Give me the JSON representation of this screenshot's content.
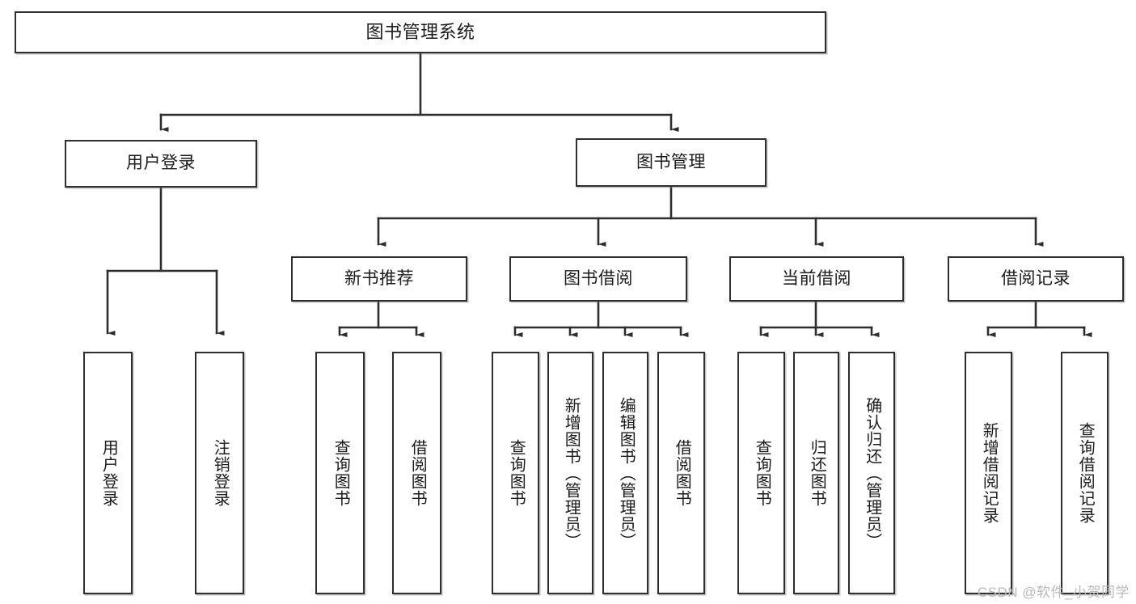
{
  "diagram": {
    "title": "图书管理系统",
    "type": "hierarchy-tree",
    "root": {
      "id": "root",
      "label": "图书管理系统"
    },
    "level1": [
      {
        "id": "user-login",
        "label": "用户登录"
      },
      {
        "id": "book-manage",
        "label": "图书管理"
      }
    ],
    "level2": [
      {
        "id": "new-book-rec",
        "label": "新书推荐",
        "parent": "book-manage"
      },
      {
        "id": "book-borrow",
        "label": "图书借阅",
        "parent": "book-manage"
      },
      {
        "id": "current-borrow",
        "label": "当前借阅",
        "parent": "book-manage"
      },
      {
        "id": "borrow-record",
        "label": "借阅记录",
        "parent": "book-manage"
      }
    ],
    "leaves": [
      {
        "id": "leaf-user-login",
        "label": "用户登录",
        "parent": "user-login"
      },
      {
        "id": "leaf-logout",
        "label": "注销登录",
        "parent": "user-login"
      },
      {
        "id": "leaf-query-book-1",
        "label": "查询图书",
        "parent": "new-book-rec"
      },
      {
        "id": "leaf-borrow-book-1",
        "label": "借阅图书",
        "parent": "new-book-rec"
      },
      {
        "id": "leaf-query-book-2",
        "label": "查询图书",
        "parent": "book-borrow"
      },
      {
        "id": "leaf-add-book",
        "label": "新增图书（管理员）",
        "parent": "book-borrow"
      },
      {
        "id": "leaf-edit-book",
        "label": "编辑图书（管理员）",
        "parent": "book-borrow"
      },
      {
        "id": "leaf-borrow-book-2",
        "label": "借阅图书",
        "parent": "book-borrow"
      },
      {
        "id": "leaf-query-book-3",
        "label": "查询图书",
        "parent": "current-borrow"
      },
      {
        "id": "leaf-return-book",
        "label": "归还图书",
        "parent": "current-borrow"
      },
      {
        "id": "leaf-confirm-return",
        "label": "确认归还（管理员）",
        "parent": "current-borrow"
      },
      {
        "id": "leaf-add-record",
        "label": "新增借阅记录",
        "parent": "borrow-record"
      },
      {
        "id": "leaf-query-record",
        "label": "查询借阅记录",
        "parent": "borrow-record"
      }
    ],
    "watermark": "CSDN @软件_小贺同学",
    "colors": {
      "stroke": "#2e2e2e",
      "fill": "#ffffff",
      "text": "#1b1b1b",
      "watermark": "#b9b9b9"
    }
  }
}
